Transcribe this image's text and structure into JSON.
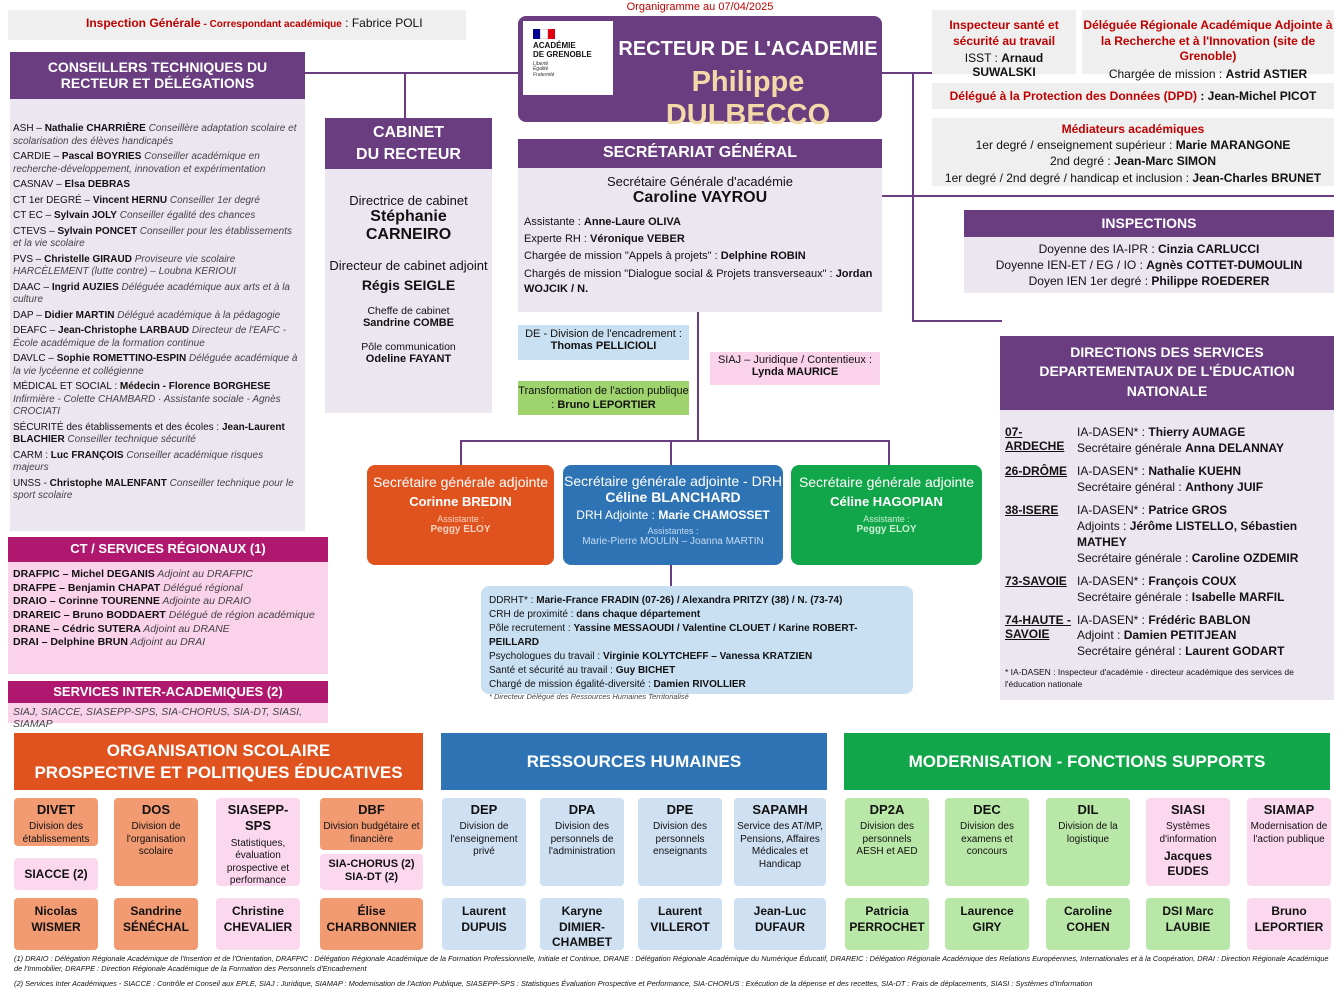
{
  "top_date": "Organigramme au 07/04/2025",
  "inspection_generale": {
    "label": "Inspection Générale",
    "sub": " - Correspondant académique",
    "name": " : Fabrice POLI"
  },
  "logo": {
    "line1": "ACADÉMIE",
    "line2": "DE GRENOBLE",
    "motto1": "Liberté",
    "motto2": "Égalité",
    "motto3": "Fraternité"
  },
  "recteur": {
    "title": "RECTEUR DE L'ACADEMIE",
    "name": "Philippe DULBECCO"
  },
  "conseillers": {
    "title": "CONSEILLERS TECHNIQUES DU RECTEUR ET DÉLÉGATIONS",
    "items": [
      {
        "code": "ASH – ",
        "name": "Nathalie CHARRIÈRE",
        "role": " Conseillère adaptation scolaire et scolarisation des élèves handicapés"
      },
      {
        "code": "CARDIE – ",
        "name": "Pascal BOYRIES",
        "role": " Conseiller académique en recherche-développement, innovation et expérimentation"
      },
      {
        "code": "CASNAV – ",
        "name": "Elsa DEBRAS",
        "role": ""
      },
      {
        "code": "CT 1er DEGRÉ – ",
        "name": "Vincent HERNU",
        "role": " Conseiller 1er degré"
      },
      {
        "code": "CT EC – ",
        "name": "Sylvain JOLY",
        "role": " Conseiller égalité des chances"
      },
      {
        "code": "CTEVS – ",
        "name": "Sylvain PONCET",
        "role": " Conseiller pour les établissements et la vie scolaire"
      },
      {
        "code": "PVS – ",
        "name": "Christelle GIRAUD",
        "role": " Proviseure vie scolaire HARCÈLEMENT (lutte contre) – Loubna KERIOUI"
      },
      {
        "code": "DAAC – ",
        "name": "Ingrid AUZIES",
        "role": " Déléguée académique aux arts et à la culture"
      },
      {
        "code": "DAP – ",
        "name": "Didier MARTIN",
        "role": " Délégué académique à la pédagogie"
      },
      {
        "code": "DEAFC – ",
        "name": "Jean-Christophe LARBAUD",
        "role": " Directeur de l'EAFC - École académique de la formation continue"
      },
      {
        "code": "DAVLC – ",
        "name": "Sophie ROMETTINO-ESPIN",
        "role": " Déléguée académique à la vie lycéenne et collégienne"
      },
      {
        "code": "MÉDICAL ET SOCIAL : ",
        "name": "Médecin - Florence BORGHESE",
        "role": " Infirmière - Colette CHAMBARD · Assistante sociale - Agnès CROCIATI"
      },
      {
        "code": "SÉCURITÉ des établissements et des écoles : ",
        "name": "Jean-Laurent BLACHIER",
        "role": " Conseiller technique sécurité"
      },
      {
        "code": "CARM : ",
        "name": "Luc FRANÇOIS",
        "role": " Conseiller académique risques majeurs"
      },
      {
        "code": "UNSS - ",
        "name": "Christophe MALENFANT",
        "role": " Conseiller technique pour le sport scolaire"
      }
    ]
  },
  "ct_regionaux": {
    "title": "CT / SERVICES RÉGIONAUX (1)",
    "items": [
      {
        "code": "DRAFPIC – ",
        "name": "Michel DEGANIS",
        "role": " Adjoint au DRAFPIC"
      },
      {
        "code": "DRAFPE – ",
        "name": "Benjamin CHAPAT",
        "role": " Délégué régional"
      },
      {
        "code": "DRAIO – ",
        "name": "Corinne TOURENNE",
        "role": " Adjointe au DRAIO"
      },
      {
        "code": "DRAREIC – ",
        "name": "Bruno BODDAERT",
        "role": " Délégué de région académique"
      },
      {
        "code": "DRANE – ",
        "name": "Cédric SUTERA",
        "role": " Adjoint au DRANE"
      },
      {
        "code": "DRAI – ",
        "name": "Delphine BRUN",
        "role": " Adjoint au DRAI"
      }
    ]
  },
  "inter_acad": {
    "title": "SERVICES INTER-ACADEMIQUES (2)",
    "list": "SIAJ, SIACCE, SIASEPP-SPS, SIA-CHORUS, SIA-DT, SIASI, SIAMAP"
  },
  "cabinet": {
    "title1": "CABINET",
    "title2": "DU RECTEUR",
    "dir_role": "Directrice de cabinet",
    "dir_name1": "Stéphanie",
    "dir_name2": "CARNEIRO",
    "adj_role": "Directeur de cabinet adjoint",
    "adj_name": "Régis SEIGLE",
    "chef_role": "Cheffe de cabinet",
    "chef_name": "Sandrine COMBE",
    "com_role": "Pôle communication",
    "com_name": "Odeline FAYANT"
  },
  "sg": {
    "title": "SECRÉTARIAT GÉNÉRAL",
    "role": "Secrétaire Générale d'académie",
    "name": "Caroline VAYROU",
    "rows": [
      {
        "label": "Assistante : ",
        "value": "Anne-Laure OLIVA"
      },
      {
        "label": "Experte RH : ",
        "value": "Véronique VEBER"
      },
      {
        "label": "Chargée de mission \"Appels à projets\" : ",
        "value": "Delphine ROBIN"
      },
      {
        "label": "Chargés de mission \"Dialogue social & Projets transverseaux\" : ",
        "value": "Jordan WOJCIK / N."
      }
    ]
  },
  "de_box": {
    "label": "DE - Division de l'encadrement : ",
    "name": "Thomas PELLICIOLI"
  },
  "siaj_box": {
    "label": "SIAJ – Juridique / Contentieux : ",
    "name": "Lynda MAURICE"
  },
  "transfo_box": {
    "label": "Transformation de l'action publique : ",
    "name": "Bruno LEPORTIER"
  },
  "sga_left": {
    "role": "Secrétaire générale adjointe",
    "name": "Corinne BREDIN",
    "asst_label": "Assistante :",
    "asst": "Peggy ELOY"
  },
  "sga_mid": {
    "role": "Secrétaire générale adjointe - DRH",
    "name": "Céline BLANCHARD",
    "adj_label": "DRH Adjointe : ",
    "adj": "Marie CHAMOSSET",
    "asst_label": "Assistantes :",
    "asst": "Marie-Pierre MOULIN – Joanna MARTIN"
  },
  "sga_right": {
    "role": "Secrétaire générale adjointe",
    "name": "Céline HAGOPIAN",
    "asst_label": "Assistante :",
    "asst": "Peggy ELOY"
  },
  "drh_box": {
    "rows": [
      {
        "label": "DDRHT* : ",
        "value": "Marie-France FRADIN (07-26) / Alexandra PRITZY (38) / N. (73-74)"
      },
      {
        "label": "CRH de proximité : ",
        "value": "dans chaque département"
      },
      {
        "label": "Pôle recrutement : ",
        "value": "Yassine MESSAOUDI / Valentine CLOUET / Karine ROBERT-PEILLARD"
      },
      {
        "label": "Psychologues du travail : ",
        "value": "Virginie KOLYTCHEFF – Vanessa KRATZIEN"
      },
      {
        "label": "Santé et sécurité au travail : ",
        "value": "Guy BICHET"
      },
      {
        "label": "Chargé de mission égalité-diversité : ",
        "value": "Damien RIVOLLIER"
      }
    ],
    "note": "* Directeur Délégué des Ressources Humaines Territorialisé"
  },
  "isst": {
    "title": "Inspecteur santé et sécurité au travail",
    "label": "ISST : ",
    "name": "Arnaud SUWALSKI"
  },
  "drarc": {
    "title": "Déléguée Régionale Académique Adjointe à la Recherche et à l'Innovation (site de Grenoble)",
    "label": "Chargée de mission : ",
    "name": "Astrid ASTIER"
  },
  "dpd": {
    "title": "Délégué à la Protection des Données (DPD)",
    "name": " : Jean-Michel PICOT"
  },
  "mediateurs": {
    "title": "Médiateurs académiques",
    "rows": [
      {
        "label": "1er degré / enseignement supérieur : ",
        "value": "Marie MARANGONE"
      },
      {
        "label": "2nd degré : ",
        "value": "Jean-Marc SIMON"
      },
      {
        "label": "1er degré / 2nd degré / handicap et inclusion : ",
        "value": "Jean-Charles BRUNET"
      }
    ]
  },
  "inspections": {
    "title": "INSPECTIONS",
    "rows": [
      {
        "label": "Doyenne des IA-IPR : ",
        "value": "Cinzia CARLUCCI"
      },
      {
        "label": "Doyenne IEN-ET / EG / IO : ",
        "value": "Agnès COTTET-DUMOULIN"
      },
      {
        "label": "Doyen IEN 1er degré : ",
        "value": "Philippe ROEDERER"
      }
    ]
  },
  "dsden": {
    "title": "DIRECTIONS DES SERVICES DEPARTEMENTAUX DE L'ÉDUCATION NATIONALE",
    "depts": [
      {
        "code": "07-ARDECHE",
        "rows": [
          {
            "label": "IA-DASEN* : ",
            "value": "Thierry AUMAGE"
          },
          {
            "label": "Secrétaire générale ",
            "value": "Anna DELANNAY"
          }
        ]
      },
      {
        "code": "26-DRÔME",
        "rows": [
          {
            "label": "IA-DASEN* : ",
            "value": "Nathalie KUEHN"
          },
          {
            "label": "Secrétaire général : ",
            "value": "Anthony JUIF"
          }
        ]
      },
      {
        "code": "38-ISERE",
        "rows": [
          {
            "label": "IA-DASEN* : ",
            "value": "Patrice GROS"
          },
          {
            "label": "Adjoints : ",
            "value": "Jérôme LISTELLO, Sébastien MATHEY"
          },
          {
            "label": "Secrétaire générale : ",
            "value": "Caroline OZDEMIR"
          }
        ]
      },
      {
        "code": "73-SAVOIE",
        "rows": [
          {
            "label": "IA-DASEN* : ",
            "value": "François COUX"
          },
          {
            "label": "Secrétaire générale : ",
            "value": "Isabelle MARFIL"
          }
        ]
      },
      {
        "code": "74-HAUTE - SAVOIE",
        "rows": [
          {
            "label": "IA-DASEN* : ",
            "value": "Frédéric BABLON"
          },
          {
            "label": "Adjoint : ",
            "value": "Damien PETITJEAN"
          },
          {
            "label": "Secrétaire général : ",
            "value": "Laurent GODART"
          }
        ]
      }
    ],
    "note": "* IA-DASEN : Inspecteur d'académie - directeur académique des services de l'éducation nationale"
  },
  "poles": {
    "org": {
      "title1": "ORGANISATION SCOLAIRE",
      "title2": "PROSPECTIVE ET POLITIQUES ÉDUCATIVES"
    },
    "rh": {
      "title": "RESSOURCES HUMAINES"
    },
    "mod": {
      "title": "MODERNISATION - FONCTIONS SUPPORTS"
    }
  },
  "divisions": [
    {
      "code": "DIVET",
      "desc": "Division des établissements",
      "person": "Nicolas WISMER"
    },
    {
      "code": "DOS",
      "desc": "Division de l'organisation scolaire",
      "person": "Sandrine SÉNÉCHAL"
    },
    {
      "code": "SIASEPP-SPS",
      "desc": "Statistiques, évaluation prospective et performance",
      "person": "Christine CHEVALIER"
    },
    {
      "code": "DBF",
      "desc": "Division budgétaire et financière",
      "person": "Élise CHARBONNIER"
    },
    {
      "code": "DEP",
      "desc": "Division de l'enseignement privé",
      "person": "Laurent DUPUIS"
    },
    {
      "code": "DPA",
      "desc": "Division des personnels de l'administration",
      "person": "Karyne DIMIER-CHAMBET"
    },
    {
      "code": "DPE",
      "desc": "Division des personnels enseignants",
      "person": "Laurent VILLEROT"
    },
    {
      "code": "SAPAMH",
      "desc": "Service des AT/MP, Pensions, Affaires Médicales et Handicap",
      "person": "Jean-Luc DUFAUR"
    },
    {
      "code": "DP2A",
      "desc": "Division des personnels AESH et AED",
      "person": "Patricia PERROCHET"
    },
    {
      "code": "DEC",
      "desc": "Division des examens et concours",
      "person": "Laurence GIRY"
    },
    {
      "code": "DIL",
      "desc": "Division de la logistique",
      "person": "Caroline COHEN"
    },
    {
      "code": "SIASI",
      "desc": "Systèmes d'information",
      "extra": "Jacques EUDES",
      "person": "DSI Marc LAUBIE"
    },
    {
      "code": "SIAMAP",
      "desc": "Modernisation de l'action publique",
      "person": "Bruno LEPORTIER"
    }
  ],
  "siacce": "SIACCE (2)",
  "siachorus": "SIA-CHORUS (2) SIA-DT (2)",
  "footnotes": {
    "f1": "(1) DRAIO : Délégation Régionale Académique de l'Insertion et de l'Orientation, DRAFPIC : Délégation Régionale Académique de la Formation Professionnelle, Initiale et Continue, DRANE : Délégation Régionale Académique du Numérique Éducatif, DRAREIC : Délégation Régionale Académique des Relations Européennes, Internationales et à la Coopération, DRAI : Direction Régionale Académique de l'Immobilier, DRAFPE : Direction Régionale Académique de la Formation des Personnels d'Encadrement",
    "f2": "(2) Services Inter Académiques - SIACCE : Contrôle et Conseil aux EPLE, SIAJ : Juridique, SIAMAP : Modernisation de l'Action Publique, SIASEPP-SPS : Statistiques Évaluation Prospective et Performance, SIA-CHORUS : Exécution de la dépense et des recettes, SIA-DT : Frais de déplacements, SIASI : Systèmes d'Information"
  },
  "colors": {
    "purple": "#6a3d80",
    "pink": "#b0176e",
    "orange": "#e0531f",
    "blue": "#2e74b5",
    "green": "#12a64a"
  }
}
